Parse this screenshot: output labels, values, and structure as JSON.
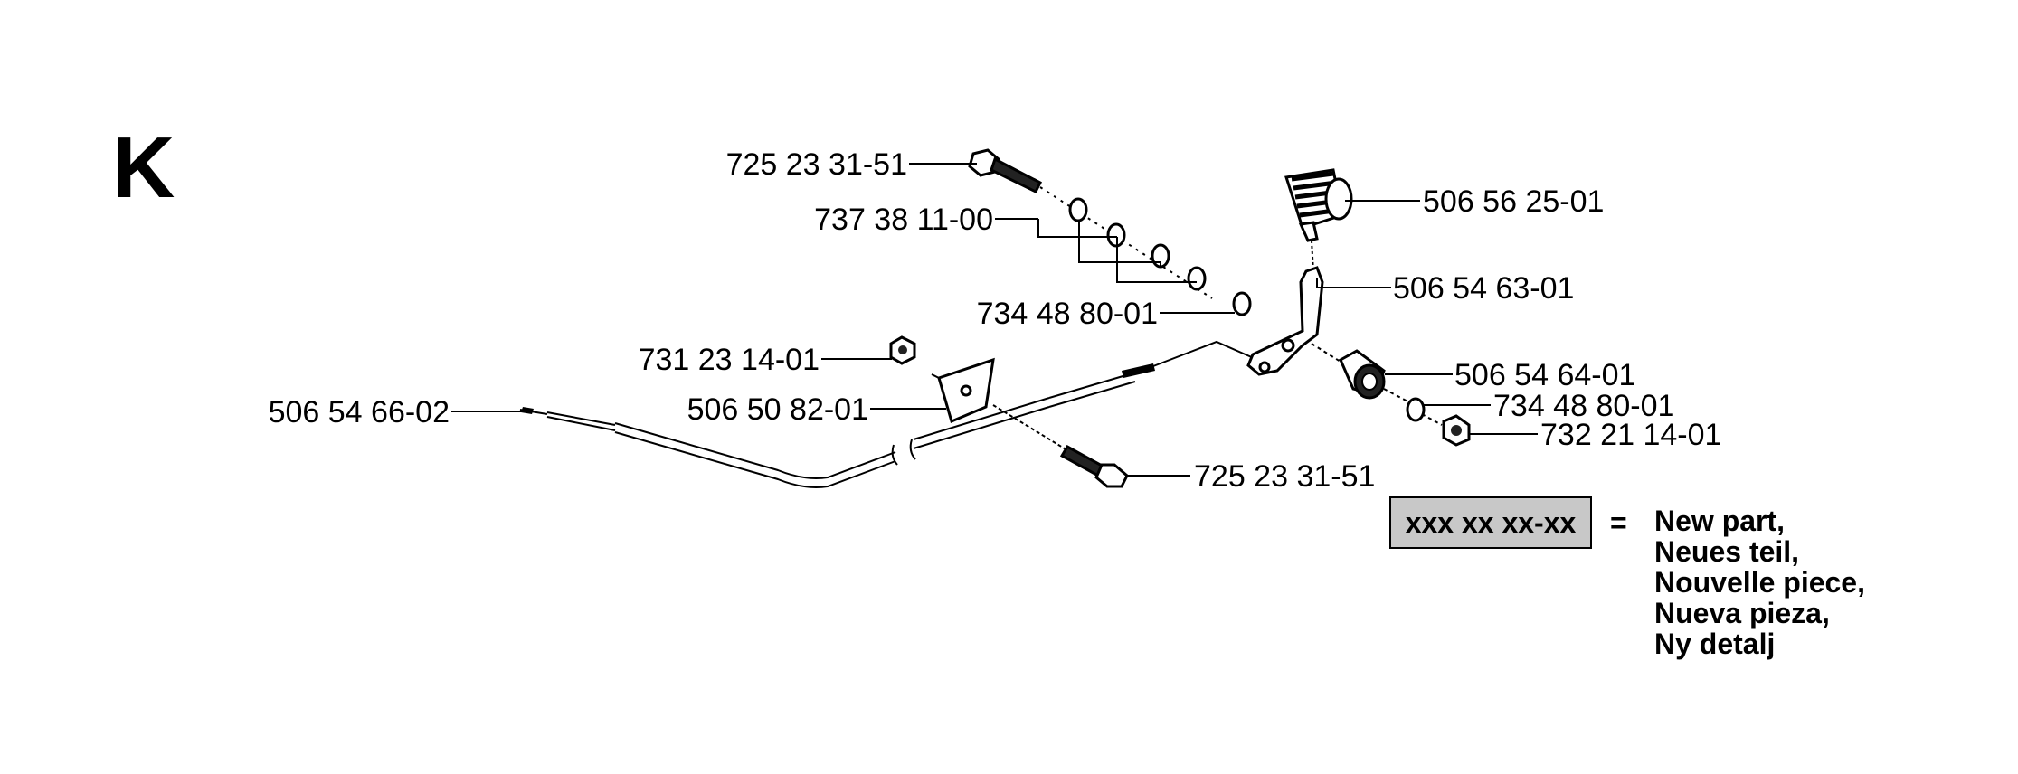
{
  "section_letter": "K",
  "parts": [
    {
      "name": "bolt-top",
      "number": "725 23 31-51"
    },
    {
      "name": "washer-upper",
      "number": "737 38 11-00"
    },
    {
      "name": "washer-lower",
      "number": "734 48 80-01"
    },
    {
      "name": "knob",
      "number": "506 56 25-01"
    },
    {
      "name": "lever",
      "number": "506 54 63-01"
    },
    {
      "name": "bushing",
      "number": "506 54 64-01"
    },
    {
      "name": "washer-right",
      "number": "734 48 80-01"
    },
    {
      "name": "nut-right",
      "number": "732 21 14-01"
    },
    {
      "name": "nut-left",
      "number": "731 23 14-01"
    },
    {
      "name": "bracket",
      "number": "506 50 82-01"
    },
    {
      "name": "cable",
      "number": "506 54 66-02"
    },
    {
      "name": "bolt-bottom",
      "number": "725 23 31-51"
    }
  ],
  "legend": {
    "sample": "xxx xx xx-xx",
    "equals": "=",
    "lines": [
      "New part,",
      "Neues teil,",
      "Nouvelle piece,",
      "Nueva pieza,",
      "Ny detalj"
    ],
    "highlight_color": "#c8c8c8"
  }
}
